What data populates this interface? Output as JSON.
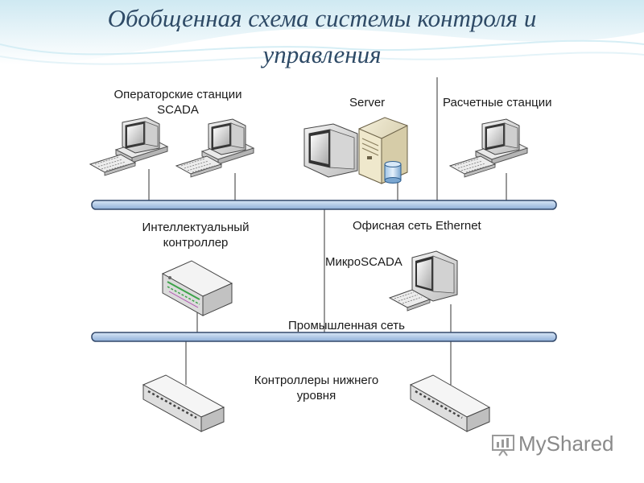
{
  "title": {
    "line1": "Обобщенная схема системы контроля и",
    "line2": "управления"
  },
  "labels": {
    "operator_stations": [
      "Операторские станции",
      "SCADA"
    ],
    "server": "Server",
    "calc_stations": "Расчетные станции",
    "smart_controller": [
      "Интеллектуальный",
      "контроллер"
    ],
    "office_network": "Офисная сеть Ethernet",
    "micro_scada": "МикроSCADA",
    "industrial_network": "Промышленная сеть",
    "lower_controllers": [
      "Контроллеры нижнего",
      "уровня"
    ]
  },
  "watermark": "MyShared",
  "colors": {
    "bus_fill": "#aec6e8",
    "bus_stroke": "#33496b",
    "title": "#2e4a66",
    "wave": "#bfe3ee"
  },
  "icons": [
    "workstation-icon",
    "server-icon",
    "router-icon",
    "switch-icon",
    "monitor-icon",
    "keyboard-icon",
    "database-icon"
  ]
}
